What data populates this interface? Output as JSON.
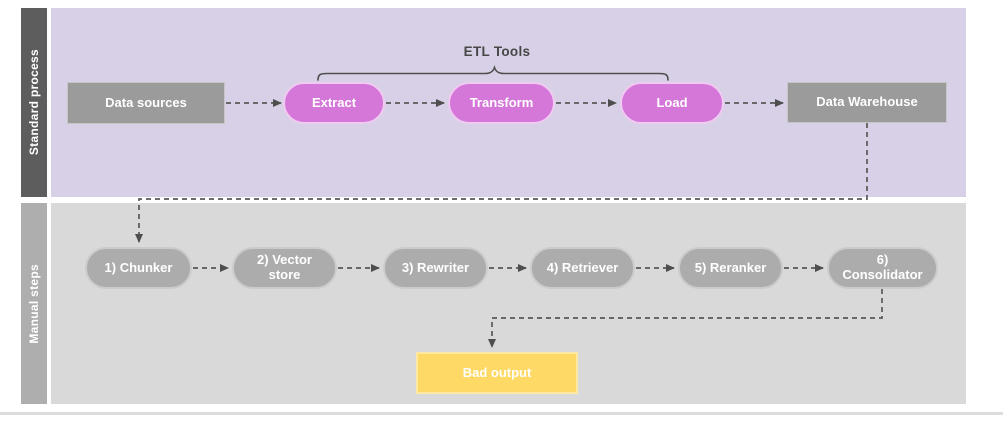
{
  "lanes": [
    {
      "id": "standard-process",
      "label": "Standard process"
    },
    {
      "id": "manual-steps",
      "label": "Manual steps"
    }
  ],
  "annotation": {
    "etl_tools": "ETL Tools"
  },
  "nodes": {
    "data_sources": "Data sources",
    "extract": "Extract",
    "transform": "Transform",
    "load": "Load",
    "data_warehouse": "Data Warehouse",
    "chunker": "1) Chunker",
    "vector_store": "2) Vector store",
    "rewriter": "3) Rewriter",
    "retriever": "4) Retriever",
    "reranker": "5) Reranker",
    "consolidator": "6) Consolidator",
    "bad_output": "Bad output"
  },
  "connectors": [
    {
      "from": "data_sources",
      "to": "extract",
      "style": "dashed-arrow"
    },
    {
      "from": "extract",
      "to": "transform",
      "style": "dashed-arrow"
    },
    {
      "from": "transform",
      "to": "load",
      "style": "dashed-arrow"
    },
    {
      "from": "load",
      "to": "data_warehouse",
      "style": "dashed-arrow"
    },
    {
      "from": "data_warehouse",
      "to": "chunker",
      "style": "dashed-arrow"
    },
    {
      "from": "chunker",
      "to": "vector_store",
      "style": "dashed-arrow"
    },
    {
      "from": "vector_store",
      "to": "rewriter",
      "style": "dashed-arrow"
    },
    {
      "from": "rewriter",
      "to": "retriever",
      "style": "dashed-arrow"
    },
    {
      "from": "retriever",
      "to": "reranker",
      "style": "dashed-arrow"
    },
    {
      "from": "reranker",
      "to": "consolidator",
      "style": "dashed-arrow"
    },
    {
      "from": "consolidator",
      "to": "bad_output",
      "style": "dashed-arrow"
    }
  ],
  "colors": {
    "lane_standard_bg": "#D8D0E6",
    "lane_standard_label_bg": "#5D5D5D",
    "lane_manual_bg": "#D9D9D9",
    "lane_manual_label_bg": "#AEAEAE",
    "etl_pill_fill": "#D577D9",
    "etl_pill_border": "#F0CBF1",
    "gray_box_fill": "#9B9B9B",
    "gray_pill_fill": "#ACACAC",
    "bad_output_fill": "#FFD966",
    "connector_stroke": "#585858",
    "node_text": "#FFFFFF",
    "annotation_text": "#474747"
  }
}
